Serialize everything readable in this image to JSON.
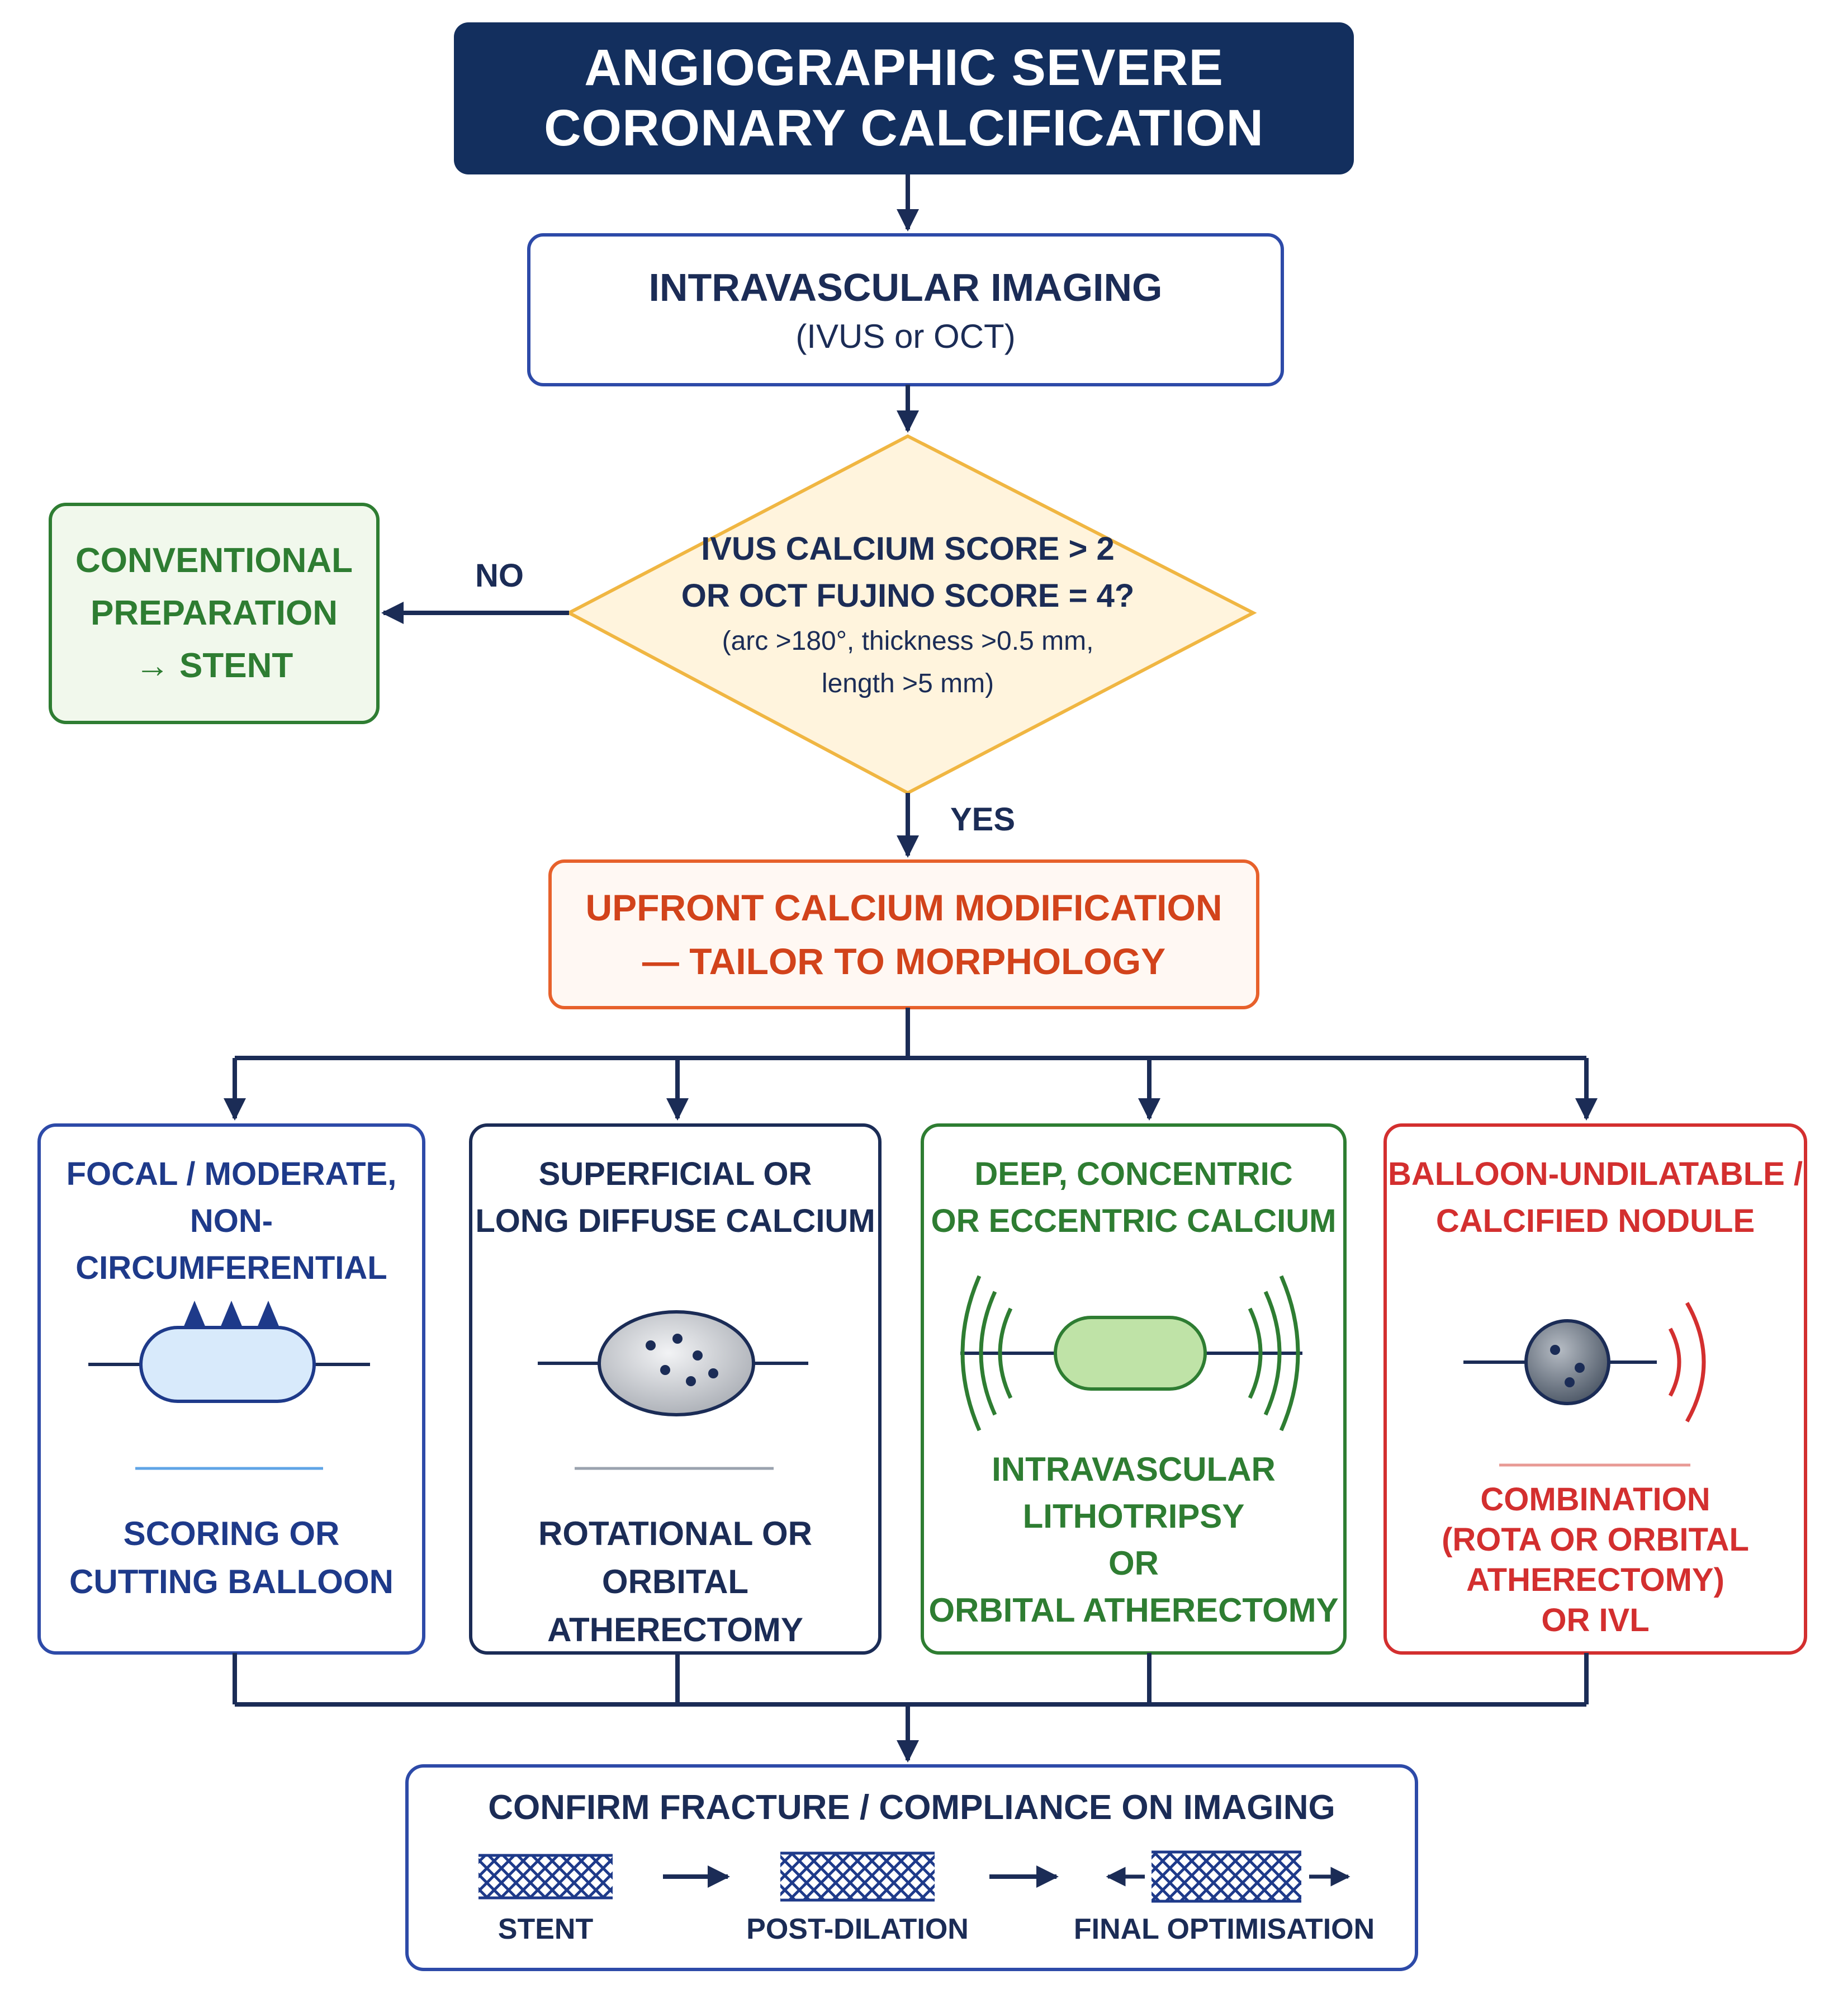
{
  "colors": {
    "navy": "#132f5e",
    "dark_text": "#1b2c56",
    "blue_border": "#2d4aa8",
    "decision_fill": "#fff4dd",
    "decision_border": "#f0b642",
    "green": "#2e7d32",
    "green_fill": "#f1f8ec",
    "orange": "#e7612b",
    "orange_text": "#d2431b",
    "red": "#d32f2f",
    "blue_card_text": "#1e3a8a"
  },
  "title": {
    "line1": "ANGIOGRAPHIC SEVERE",
    "line2": "CORONARY CALCIFICATION"
  },
  "imaging": {
    "title": "INTRAVASCULAR IMAGING",
    "subtitle": "(IVUS or OCT)"
  },
  "decision": {
    "line1": "IVUS CALCIUM SCORE > 2",
    "line2": "OR OCT FUJINO SCORE = 4?",
    "line3": "(arc >180°, thickness >0.5 mm,",
    "line4": "length >5 mm)",
    "no_label": "NO",
    "yes_label": "YES"
  },
  "conventional": {
    "line1": "CONVENTIONAL",
    "line2": "PREPARATION",
    "line3": "→ STENT"
  },
  "upfront": {
    "line1": "UPFRONT CALCIUM MODIFICATION",
    "line2": "— TAILOR TO MORPHOLOGY"
  },
  "cards": [
    {
      "title1": "FOCAL / MODERATE,",
      "title2": "NON-CIRCUMFERENTIAL",
      "tech": [
        "SCORING OR",
        "CUTTING BALLOON"
      ],
      "icon": "balloon-spikes-icon"
    },
    {
      "title1": "SUPERFICIAL OR",
      "title2": "LONG DIFFUSE CALCIUM",
      "tech": [
        "ROTATIONAL OR",
        "ORBITAL ATHERECTOMY"
      ],
      "icon": "calcified-burr-icon"
    },
    {
      "title1": "DEEP, CONCENTRIC",
      "title2": "OR ECCENTRIC CALCIUM",
      "tech": [
        "INTRAVASCULAR",
        "LITHOTRIPSY",
        "OR",
        "ORBITAL ATHERECTOMY"
      ],
      "icon": "shockwave-balloon-icon"
    },
    {
      "title1": "BALLOON-UNDILATABLE /",
      "title2": "CALCIFIED NODULE",
      "tech": [
        "COMBINATION",
        "(ROTA OR ORBITAL",
        "ATHERECTOMY)",
        "OR IVL"
      ],
      "icon": "nodule-wave-icon"
    }
  ],
  "confirm": {
    "title": "CONFIRM FRACTURE / COMPLIANCE ON IMAGING",
    "steps": [
      "STENT",
      "POST-DILATION",
      "FINAL OPTIMISATION"
    ]
  }
}
